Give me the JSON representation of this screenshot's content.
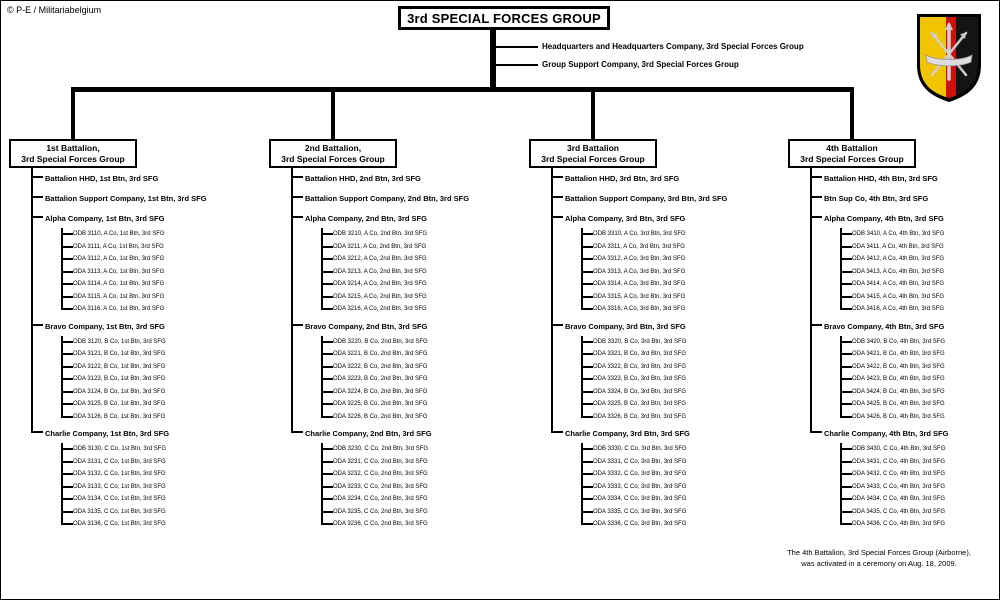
{
  "credit": "© P-E / Militariabelgium",
  "title": "3rd SPECIAL FORCES GROUP",
  "group_units": [
    "Headquarters and Headquarters Company,  3rd Special Forces Group",
    "Group Support Company,  3rd Special Forces Group"
  ],
  "insignia": {
    "name": "3rd-special-forces-group-beret-flash",
    "colors": {
      "yellow": "#f2c300",
      "red": "#cc1111",
      "black": "#141414",
      "silver": "#cfcfcf"
    }
  },
  "footnote": {
    "line1": "The 4th Battalion, 3rd Special Forces Group (Airborne),",
    "line2": "was activated in a ceremony on Aug. 18, 2009."
  },
  "battalions": [
    {
      "box_line1": "1st Battalion,",
      "box_line2": "3rd Special Forces Group",
      "units": [
        {
          "label": "Battalion HHD,  1st Btn, 3rd SFG",
          "children": []
        },
        {
          "label": "Battalion  Support Company, 1st Btn,  3rd SFG",
          "children": []
        },
        {
          "label": "Alpha Company, 1st Btn,  3rd SFG",
          "children": [
            "ODB 3110, A Co, 1st Btn,  3rd SFG",
            "ODA 3111, A Co, 1st Btn,  3rd SFG",
            "ODA 3112, A Co, 1st Btn,  3rd SFG",
            "ODA 3113, A Co, 1st Btn,  3rd SFG",
            "ODA 3114, A Co, 1st Btn,  3rd SFG",
            "ODA 3115, A Co, 1st Btn,  3rd SFG",
            "ODA 3116, A Co, 1st Btn,  3rd SFG"
          ]
        },
        {
          "label": "Bravo Company, 1st Btn,  3rd SFG",
          "children": [
            "ODB 3120, B Co, 1st Btn,  3rd SFG",
            "ODA 3121, B Co, 1st Btn,  3rd SFG",
            "ODA 3122, B Co, 1st Btn,  3rd SFG",
            "ODA 3123, B Co, 1st Btn,  3rd SFG",
            "ODA 3124, B Co, 1st Btn,  3rd SFG",
            "ODA 3125, B Co, 1st Btn,  3rd SFG",
            "ODA 3126, B Co, 1st Btn,  3rd SFG"
          ]
        },
        {
          "label": "Charlie Company, 1st Btn,  3rd SFG",
          "children": [
            "ODB 3130, C Co, 1st Btn,  3rd SFG",
            "ODA 3131, C Co, 1st Btn,  3rd SFG",
            "ODA 3132, C Co, 1st Btn,  3rd SFG",
            "ODA 3133, C Co, 1st Btn,  3rd SFG",
            "ODA 3134, C Co, 1st Btn,  3rd SFG",
            "ODA 3135, C Co, 1st Btn,  3rd SFG",
            "ODA 3136, C Co, 1st Btn,  3rd SFG"
          ]
        }
      ]
    },
    {
      "box_line1": "2nd Battalion,",
      "box_line2": "3rd Special Forces Group",
      "units": [
        {
          "label": "Battalion HHD,  2nd Btn, 3rd SFG",
          "children": []
        },
        {
          "label": "Battalion  Support Company, 2nd Btn, 3rd SFG",
          "children": []
        },
        {
          "label": "Alpha Company, 2nd Btn,  3rd SFG",
          "children": [
            "ODB 3210, A Co, 2nd Btn,  3rd SFG",
            "ODA 3211, A Co, 2nd Btn,  3rd SFG",
            "ODA 3212, A Co, 2nd Btn,  3rd SFG",
            "ODA 3213, A Co, 2nd Btn,  3rd SFG",
            "ODA 3214, A Co, 2nd Btn,  3rd SFG",
            "ODA 3215, A Co, 2nd Btn,  3rd SFG",
            "ODA 3216, A Co, 2nd Btn,  3rd SFG"
          ]
        },
        {
          "label": "Bravo Company, 2nd Btn,  3rd SFG",
          "children": [
            "ODB 3220, B Co, 2nd Btn,  3rd SFG",
            "ODA 3221, B Co, 2nd Btn,  3rd SFG",
            "ODA 3222, B Co, 2nd Btn,  3rd SFG",
            "ODA 3223, B Co, 2nd Btn,  3rd SFG",
            "ODA 3224, B Co, 2nd Btn,  3rd SFG",
            "ODA 3225, B Co, 2nd Btn,  3rd SFG",
            "ODA 3226, B Co, 2nd Btn,  3rd SFG"
          ]
        },
        {
          "label": "Charlie Company, 2nd Btn, 3rd SFG",
          "children": [
            "ODB 3230, C Co, 2nd Btn,  3rd SFG",
            "ODA 3231, C Co, 2nd Btn,  3rd SFG",
            "ODA 3232, C Co, 2nd Btn,  3rd SFG",
            "ODA 3233, C Co, 2nd Btn,  3rd SFG",
            "ODA 3234, C Co, 2nd Btn,  3rd SFG",
            "ODA 3235, C Co, 2nd Btn,  3rd SFG",
            "ODA 3236, C Co, 2nd Btn,  3rd SFG"
          ]
        }
      ]
    },
    {
      "box_line1": "3rd Battalion",
      "box_line2": "3rd Special Forces Group",
      "units": [
        {
          "label": "Battalion HHD,  3rd Btn, 3rd SFG",
          "children": []
        },
        {
          "label": "Battalion  Support Company, 3rd Btn,  3rd SFG",
          "children": []
        },
        {
          "label": "Alpha Company, 3rd Btn,  3rd SFG",
          "children": [
            "ODB 3310, A Co, 3rd Btn,  3rd SFG",
            "ODA 3311, A Co, 3rd Btn,  3rd SFG",
            "ODA 3312, A Co, 3rd Btn,  3rd SFG",
            "ODA 3313, A Co, 3rd Btn,  3rd SFG",
            "ODA 3314, A Co, 3rd Btn,  3rd SFG",
            "ODA 3315, A Co, 3rd Btn,  3rd SFG",
            "ODA 3316, A Co, 3rd Btn,  3rd SFG"
          ]
        },
        {
          "label": "Bravo Company, 3rd Btn,  3rd SFG",
          "children": [
            "ODB 3320, B Co, 3rd Btn,  3rd SFG",
            "ODA 3321, B Co, 3rd Btn,  3rd SFG",
            "ODA 3322, B Co, 3rd Btn,  3rd SFG",
            "ODA 3323, B Co, 3rd Btn,  3rd SFG",
            "ODA 3324, B Co, 3rd Btn,  3rd SFG",
            "ODA 3325, B Co, 3rd Btn,  3rd SFG",
            "ODA 3326, B Co, 3rd Btn,  3rd SFG"
          ]
        },
        {
          "label": "Charlie Company, 3rd Btn,  3rd SFG",
          "children": [
            "ODB 3330, C Co, 3rd Btn,  3rd SFG",
            "ODA 3331, C Co, 3rd Btn,  3rd SFG",
            "ODA 3332, C Co, 3rd Btn,  3rd SFG",
            "ODA 3333, C Co, 3rd Btn,  3rd SFG",
            "ODA 3334, C Co, 3rd Btn,  3rd SFG",
            "ODA 3335, C Co, 3rd Btn,  3rd SFG",
            "ODA 3336, C Co, 3rd Btn,  3rd SFG"
          ]
        }
      ]
    },
    {
      "box_line1": "4th Battalion",
      "box_line2": "3rd Special Forces Group",
      "units": [
        {
          "label": "Battalion HHD,  4th Btn, 3rd SFG",
          "children": []
        },
        {
          "label": "Btn  Sup Co, 4th Btn,  3rd SFG",
          "children": []
        },
        {
          "label": "Alpha Company, 4th Btn,  3rd SFG",
          "children": [
            "ODB 3410, A Co, 4th Btn,  3rd SFG",
            "ODA 3411, A Co, 4th Btn,  3rd SFG",
            "ODA 3412, A Co, 4th Btn,  3rd SFG",
            "ODA 3413, A Co, 4th Btn,  3rd SFG",
            "ODA 3414, A Co, 4th Btn,  3rd SFG",
            "ODA 3415, A Co, 4th Btn,  3rd SFG",
            "ODA 3416, A Co, 4th Btn,  3rd SFG"
          ]
        },
        {
          "label": "Bravo Company, 4th Btn,  3rd SFG",
          "children": [
            "ODB 3420, B Co, 4th Btn,  3rd SFG",
            "ODA 3421, B Co, 4th Btn,  3rd SFG",
            "ODA 3422, B Co, 4th Btn,  3rd SFG",
            "ODA 3423, B Co, 4th Btn,  3rd SFG",
            "ODA 3424, B Co, 4th Btn,  3rd SFG",
            "ODA 3425, B Co, 4th Btn,  3rd SFG",
            "ODA 3426, B Co, 4th Btn,  3rd SFG"
          ]
        },
        {
          "label": "Charlie Company, 4th Btn,  3rd SFG",
          "children": [
            "ODB 3430, C Co, 4th Btn,  3rd SFG",
            "ODA 3431, C Co, 4th Btn,  3rd SFG",
            "ODA 3432, C Co, 4th Btn,  3rd SFG",
            "ODA 3433, C Co, 4th Btn,  3rd SFG",
            "ODA 3434, C Co, 4th Btn,  3rd SFG",
            "ODA 3435, C Co, 4th Btn,  3rd SFG",
            "ODA 3436, C Co, 4th Btn,  3rd SFG"
          ]
        }
      ]
    }
  ]
}
